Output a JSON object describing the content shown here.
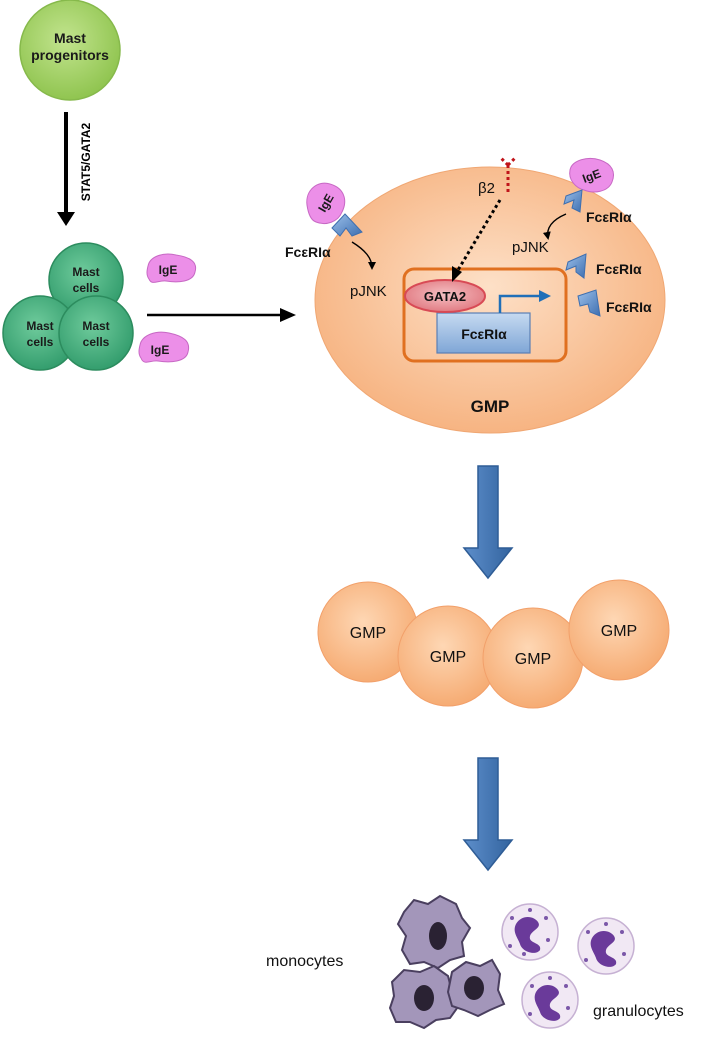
{
  "labels": {
    "mast_progenitors_line1": "Mast",
    "mast_progenitors_line2": "progenitors",
    "stat5_gata2": "STAT5/GATA2",
    "mast_cell_line1": "Mast",
    "mast_cell_line2": "cells",
    "ige": "IgE",
    "beta2": "β2",
    "fceri_alpha": "FcεRIα",
    "pjnk": "pJNK",
    "gata2": "GATA2",
    "gmp": "GMP",
    "monocytes": "monocytes",
    "granulocytes": "granulocytes"
  },
  "colors": {
    "progenitor_green": "#9ccf5a",
    "mast_cell_green": "#3aaa78",
    "ige_pink": "#e98ae6",
    "gmp_orange": "#f7b98a",
    "nucleus_border": "#e07020",
    "receptor_blue": "#4f81bd",
    "big_arrow_blue": "#4a7ab8",
    "gata2_red": "#d9535d",
    "monocyte_purple": "#8a7aa6",
    "granulocyte_purple": "#6a3a9a"
  }
}
